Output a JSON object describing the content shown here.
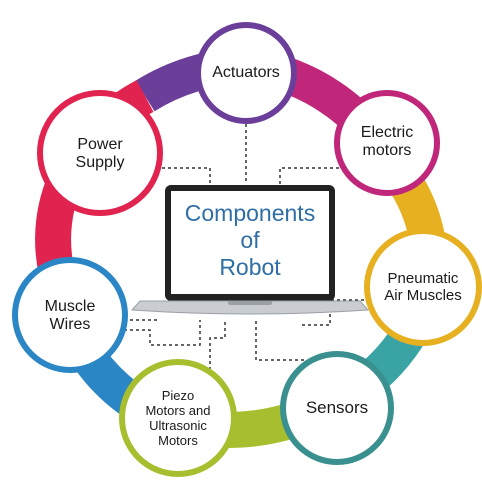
{
  "center": {
    "title": "Components\nof\nRobot",
    "color": "#2f6fa6"
  },
  "ring_colors": {
    "purple": "#6b3f99",
    "magenta": "#c0277a",
    "crimson": "#e0244f",
    "amber": "#e7b020",
    "teal": "#3aa3a3",
    "blue": "#2b86c5",
    "lime": "#a7bf2e"
  },
  "components": [
    {
      "id": "actuators",
      "label": "Actuators",
      "border": "#6b3f99"
    },
    {
      "id": "electric",
      "label": "Electric\nmotors",
      "border": "#c0277a"
    },
    {
      "id": "pneumatic",
      "label": "Pneumatic\nAir Muscles",
      "border": "#e7b020"
    },
    {
      "id": "sensors",
      "label": "Sensors",
      "border": "#3a8f8f"
    },
    {
      "id": "piezo",
      "label": "Piezo\nMotors and\nUltrasonic\nMotors",
      "border": "#a7bf2e"
    },
    {
      "id": "muscle",
      "label": "Muscle\nWires",
      "border": "#2b86c5"
    },
    {
      "id": "power",
      "label": "Power\nSupply",
      "border": "#e0244f"
    }
  ]
}
